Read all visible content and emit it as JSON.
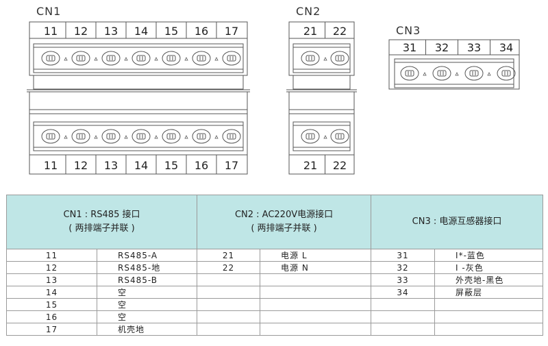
{
  "connectors": [
    {
      "name": "CN1",
      "pins": [
        "11",
        "12",
        "13",
        "14",
        "15",
        "16",
        "17"
      ]
    },
    {
      "name": "CN2",
      "pins": [
        "21",
        "22"
      ]
    },
    {
      "name": "CN3",
      "pins": [
        "31",
        "32",
        "33",
        "34"
      ]
    }
  ],
  "table": {
    "headers": [
      {
        "line1": "CN1 : RS485 接口",
        "line2": "( 两排端子并联 )"
      },
      {
        "line1": "CN2 : AC220V电源接口",
        "line2": "( 两排端子并联 )"
      },
      {
        "line1": "CN3 : 电源互感器接口",
        "line2": ""
      }
    ],
    "rows": [
      [
        "11",
        "RS485-A",
        "21",
        "电源 L",
        "31",
        "I*-蓝色"
      ],
      [
        "12",
        "RS485-地",
        "22",
        "电源 N",
        "32",
        "I -灰色"
      ],
      [
        "13",
        "RS485-B",
        "",
        "",
        "33",
        "外壳地-黑色"
      ],
      [
        "14",
        "空",
        "",
        "",
        "34",
        "屏蔽层"
      ],
      [
        "15",
        "空",
        "",
        "",
        "",
        ""
      ],
      [
        "16",
        "空",
        "",
        "",
        "",
        ""
      ],
      [
        "17",
        "机壳地",
        "",
        "",
        "",
        ""
      ]
    ]
  },
  "colors": {
    "header_bg": "#bfe6e6",
    "line": "#555555"
  }
}
